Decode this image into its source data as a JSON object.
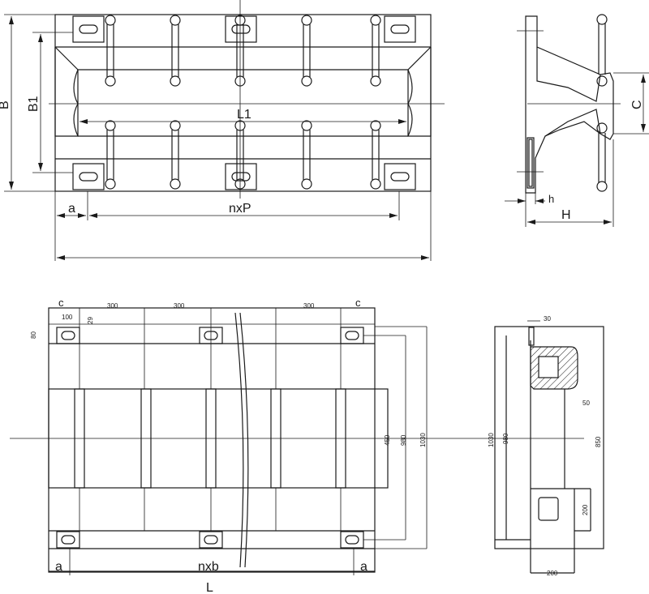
{
  "top_view": {
    "label_B": "B",
    "label_B1": "B1",
    "label_L1": "L1",
    "label_a": "a",
    "label_nxP": "nxP"
  },
  "side_view": {
    "label_C": "C",
    "label_h": "h",
    "label_H": "H"
  },
  "bottom_view": {
    "label_c_left": "c",
    "label_c_right": "c",
    "dim_300_1": "300",
    "dim_300_2": "300",
    "dim_300_3": "300",
    "dim_100": "100",
    "dim_80": "80",
    "dim_29": "29",
    "dim_450": "450",
    "dim_980": "980",
    "dim_1030": "1030",
    "label_a_left": "a",
    "label_a_right": "a",
    "label_nxb": "nxb",
    "label_L": "L"
  },
  "section_view": {
    "dim_30": "30",
    "dim_1030": "1030",
    "dim_980": "980",
    "dim_50": "50",
    "dim_850": "850",
    "dim_200_v": "200",
    "dim_200_h": "200"
  }
}
